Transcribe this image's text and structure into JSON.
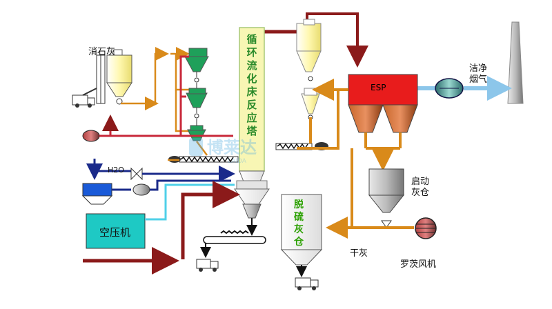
{
  "labels": {
    "lime_silo": "消石灰",
    "clean_flue_gas_line1": "洁净",
    "clean_flue_gas_line2": "烟气",
    "esp": "ESP",
    "cfb_reactor": "循环流化床反应塔",
    "h2o": "H2O",
    "air_compressor": "空压机",
    "startup_ash_silo_line1": "启动",
    "startup_ash_silo_line2": "灰仓",
    "desulfurization_ash_silo": "脱硫灰仓",
    "dry_ash": "干灰",
    "roots_blower": "罗茨风机"
  },
  "colors": {
    "flue_gas": "#8b1a1a",
    "solids": "#d98a1a",
    "water": "#1a2a8a",
    "air": "#4fd0e8",
    "clean_gas": "#8cc6ea",
    "esp_red": "#e81c1c",
    "reactor_fill": "#f8f6b4",
    "hopper_green": "#1fa05a",
    "compressor_fill": "#1ec9c4"
  }
}
